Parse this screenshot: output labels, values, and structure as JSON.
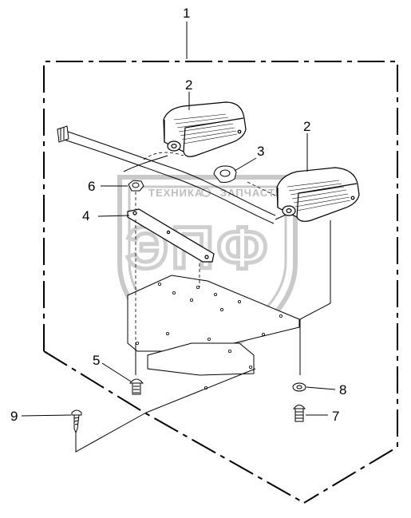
{
  "callouts": [
    {
      "id": "c1",
      "label": "1"
    },
    {
      "id": "c2a",
      "label": "2"
    },
    {
      "id": "c2b",
      "label": "2"
    },
    {
      "id": "c3",
      "label": "3"
    },
    {
      "id": "c4",
      "label": "4"
    },
    {
      "id": "c5",
      "label": "5"
    },
    {
      "id": "c6",
      "label": "6"
    },
    {
      "id": "c7",
      "label": "7"
    },
    {
      "id": "c8",
      "label": "8"
    },
    {
      "id": "c9",
      "label": "9"
    }
  ],
  "watermark": {
    "text_left": "ТЕХНИКА",
    "text_right": "ЗАПЧАСТИ",
    "logo_text": "ЭПФ"
  },
  "colors": {
    "line": "#000000",
    "watermark": "#c9c9c9",
    "part_fill": "#ffffff"
  }
}
